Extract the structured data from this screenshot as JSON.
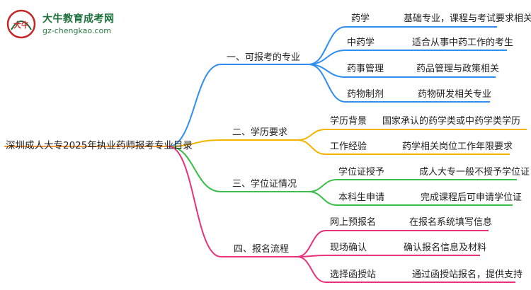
{
  "logo": {
    "title": "大牛教育成考网",
    "url": "gz-chengkao.com",
    "emblem_text": "大牛"
  },
  "root": "深圳成人大专2025年执业药师报考专业目录",
  "colors": {
    "branch1": "#2f8ef0",
    "branch2": "#f4b400",
    "branch3": "#3bbf4a",
    "branch4": "#e8327c",
    "root_line": "#f29a3a"
  },
  "branches": [
    {
      "title": "一、可报考的专业",
      "children": [
        {
          "label": "药学",
          "desc": "基础专业，课程与考试要求相关"
        },
        {
          "label": "中药学",
          "desc": "适合从事中药工作的考生"
        },
        {
          "label": "药事管理",
          "desc": "药品管理与政策相关"
        },
        {
          "label": "药物制剂",
          "desc": "药物研发相关专业"
        }
      ]
    },
    {
      "title": "二、学历要求",
      "children": [
        {
          "label": "学历背景",
          "desc": "国家承认的药学类或中药学类学历"
        },
        {
          "label": "工作经验",
          "desc": "药学相关岗位工作年限要求"
        }
      ]
    },
    {
      "title": "三、学位证情况",
      "children": [
        {
          "label": "学位证授予",
          "desc": "成人大专一般不授予学位证"
        },
        {
          "label": "本科生申请",
          "desc": "完成课程后可申请学位证"
        }
      ]
    },
    {
      "title": "四、报名流程",
      "children": [
        {
          "label": "网上预报名",
          "desc": "在报名系统填写信息"
        },
        {
          "label": "现场确认",
          "desc": "确认报名信息及材料"
        },
        {
          "label": "选择函授站",
          "desc": "通过函授站报名，提供支持"
        }
      ]
    }
  ]
}
